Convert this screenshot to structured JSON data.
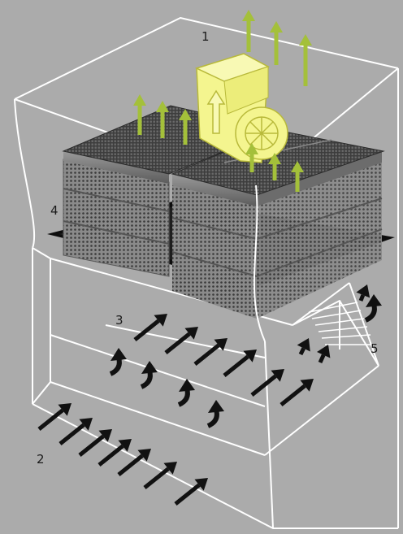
{
  "diagram": {
    "background_color": "#ababab",
    "colors": {
      "housing_outline": "#ffffff",
      "fan": "#f4f58f",
      "fan_outline": "#b8b93a",
      "exhaust_arrow": "#a4c03a",
      "intake_arrow": "#111111",
      "filter_top": "#4a4a4a",
      "filter_side": "#7d7d7d",
      "filter_base": "#0d0d0d"
    },
    "icons": [
      "fan-blower-icon",
      "upward-airflow-arrow-icon",
      "intake-airflow-arrow-icon",
      "circulation-curved-arrow-icon"
    ],
    "callouts": [
      {
        "id": "fan",
        "label": "1"
      },
      {
        "id": "intake",
        "label": "2"
      },
      {
        "id": "circulation",
        "label": "3"
      },
      {
        "id": "filter",
        "label": "4"
      },
      {
        "id": "side-flow",
        "label": "5"
      }
    ]
  }
}
